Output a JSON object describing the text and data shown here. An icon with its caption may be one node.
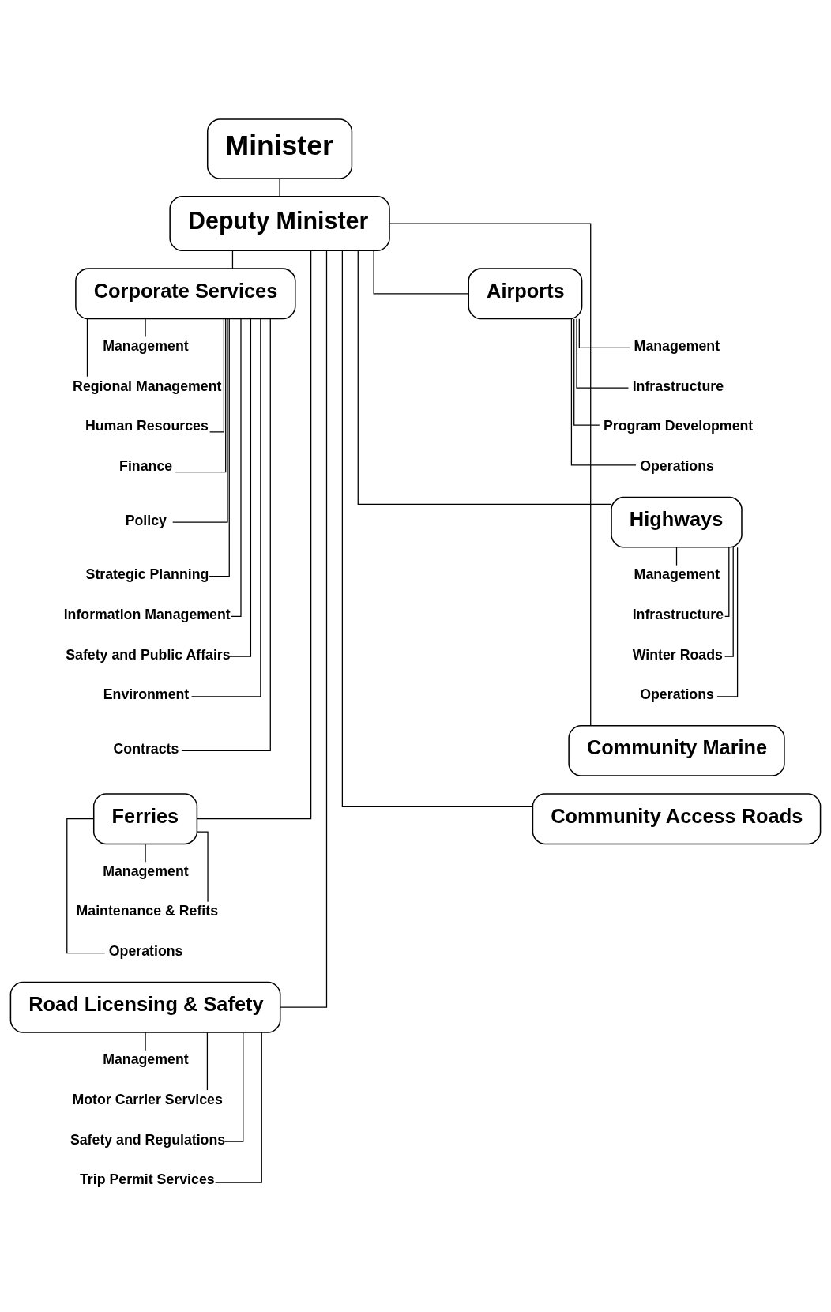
{
  "diagram": {
    "nodes": [
      {
        "text": [
          "Minister"
        ]
      },
      {
        "text": [
          "Deputy Minister"
        ]
      },
      {
        "text": [
          "Corporate Services"
        ]
      },
      {
        "text": [
          "Management"
        ]
      },
      {
        "text": [
          "Regional Management"
        ]
      },
      {
        "text": [
          "Human Resources"
        ]
      },
      {
        "text": [
          "Finance"
        ]
      },
      {
        "text": [
          "Policy"
        ]
      },
      {
        "text": [
          "Strategic Planning"
        ]
      },
      {
        "text": [
          "Information Management"
        ]
      },
      {
        "text": [
          "Safety and Public Affairs"
        ]
      },
      {
        "text": [
          "Environment"
        ]
      },
      {
        "text": [
          "Contracts"
        ]
      },
      {
        "text": [
          "Airports"
        ]
      },
      {
        "text": [
          "Management"
        ]
      },
      {
        "text": [
          "Infrastructure"
        ]
      },
      {
        "text": [
          "Program Development"
        ]
      },
      {
        "text": [
          "Operations"
        ]
      },
      {
        "text": [
          "Highways"
        ]
      },
      {
        "text": [
          "Management"
        ]
      },
      {
        "text": [
          "Infrastructure"
        ]
      },
      {
        "text": [
          "Winter Roads"
        ]
      },
      {
        "text": [
          "Operations"
        ]
      },
      {
        "text": [
          "Ferries"
        ]
      },
      {
        "text": [
          "Management"
        ]
      },
      {
        "text": [
          "Maintenance & Refits"
        ]
      },
      {
        "text": [
          "Operations"
        ]
      },
      {
        "text": [
          "Community Marine"
        ]
      },
      {
        "text": [
          "Road Licensing & Safety"
        ]
      },
      {
        "text": [
          "Management"
        ]
      },
      {
        "text": [
          "Motor Carrier Services"
        ]
      },
      {
        "text": [
          "Safety and Regulations"
        ]
      },
      {
        "text": [
          "Trip Permit Services"
        ]
      },
      {
        "text": [
          "Community Access Roads"
        ]
      }
    ],
    "edges": [
      {
        "from": 0,
        "to": 1,
        "arrow": "none"
      },
      {
        "from": 1,
        "to": 2,
        "arrow": "none"
      },
      {
        "from": 1,
        "to": 13,
        "arrow": "none"
      },
      {
        "from": 1,
        "to": 18,
        "arrow": "none"
      },
      {
        "from": 1,
        "to": 23,
        "arrow": "none"
      },
      {
        "from": 1,
        "to": 27,
        "arrow": "none"
      },
      {
        "from": 1,
        "to": 28,
        "arrow": "none"
      },
      {
        "from": 1,
        "to": 33,
        "arrow": "none"
      },
      {
        "from": 2,
        "to": 3,
        "arrow": "none"
      },
      {
        "from": 2,
        "to": 4,
        "arrow": "none"
      },
      {
        "from": 2,
        "to": 5,
        "arrow": "none"
      },
      {
        "from": 2,
        "to": 6,
        "arrow": "none"
      },
      {
        "from": 2,
        "to": 7,
        "arrow": "none"
      },
      {
        "from": 2,
        "to": 8,
        "arrow": "none"
      },
      {
        "from": 2,
        "to": 9,
        "arrow": "none"
      },
      {
        "from": 2,
        "to": 10,
        "arrow": "none"
      },
      {
        "from": 2,
        "to": 11,
        "arrow": "none"
      },
      {
        "from": 2,
        "to": 12,
        "arrow": "none"
      },
      {
        "from": 13,
        "to": 14,
        "arrow": "none"
      },
      {
        "from": 13,
        "to": 15,
        "arrow": "none"
      },
      {
        "from": 13,
        "to": 16,
        "arrow": "none"
      },
      {
        "from": 13,
        "to": 17,
        "arrow": "none"
      },
      {
        "from": 18,
        "to": 19,
        "arrow": "none"
      },
      {
        "from": 18,
        "to": 20,
        "arrow": "none"
      },
      {
        "from": 18,
        "to": 21,
        "arrow": "none"
      },
      {
        "from": 18,
        "to": 22,
        "arrow": "none"
      },
      {
        "from": 23,
        "to": 24,
        "arrow": "none"
      },
      {
        "from": 23,
        "to": 25,
        "arrow": "none"
      },
      {
        "from": 23,
        "to": 26,
        "arrow": "none"
      },
      {
        "from": 28,
        "to": 29,
        "arrow": "none"
      },
      {
        "from": 28,
        "to": 30,
        "arrow": "none"
      },
      {
        "from": 28,
        "to": 31,
        "arrow": "none"
      },
      {
        "from": 28,
        "to": 32,
        "arrow": "none"
      }
    ]
  }
}
